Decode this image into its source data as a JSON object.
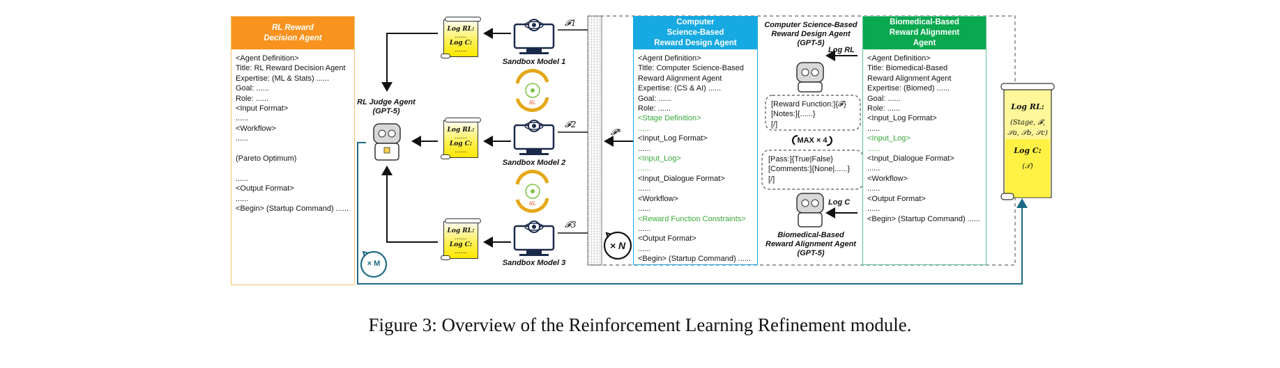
{
  "decision_agent": {
    "title_line1": "RL Reward",
    "title_line2": "Decision Agent",
    "lines": [
      "<Agent Definition>",
      "Title: RL Reward  Decision Agent",
      "Expertise: (ML & Stats) ......",
      "Goal: ......",
      "Role: ......",
      "<Input Format>",
      "......",
      "<Workflow>",
      "......",
      "",
      "(Pareto Optimum)",
      "",
      "......",
      "<Output Format>",
      "......",
      "<Begin> (Startup Command) ......"
    ],
    "color": "#f7931e"
  },
  "judge": {
    "label_line1": "RL Judge Agent",
    "label_line2": "(GPT-5)"
  },
  "loop_m": "× M",
  "loop_n": "× N",
  "sandboxes": [
    {
      "label": "Sandbox Model 1",
      "f": "𝓕1"
    },
    {
      "label": "Sandbox Model 2",
      "f": "𝓕2"
    },
    {
      "label": "Sandbox Model 3",
      "f": "𝓕3"
    }
  ],
  "rl_badge": "RL",
  "scroll_small": {
    "log_rl": "Log RL:",
    "log_c": "Log C:",
    "dots": "......"
  },
  "f_star": "𝓕*",
  "cs_agent": {
    "title_line1": "Computer",
    "title_line2": "Science-Based",
    "title_line3": "Reward Design Agent",
    "color": "#17a9e1",
    "lines": [
      {
        "t": "<Agent Definition>",
        "g": false
      },
      {
        "t": "Title: Computer Science-Based",
        "g": false
      },
      {
        "t": "Reward Alignment Agent",
        "g": false
      },
      {
        "t": "Expertise: (CS & AI) ......",
        "g": false
      },
      {
        "t": "Goal: ......",
        "g": false
      },
      {
        "t": "Role: ......",
        "g": false
      },
      {
        "t": "<Stage Definition>",
        "g": true
      },
      {
        "t": "......",
        "g": true
      },
      {
        "t": "<Input_Log Format>",
        "g": false
      },
      {
        "t": "......",
        "g": false
      },
      {
        "t": "<Input_Log>",
        "g": true
      },
      {
        "t": "......",
        "g": true
      },
      {
        "t": "<Input_Dialogue Format>",
        "g": false
      },
      {
        "t": "......",
        "g": false
      },
      {
        "t": "<Workflow>",
        "g": false
      },
      {
        "t": "......",
        "g": false
      },
      {
        "t": "<Reward Function Constraints>",
        "g": true
      },
      {
        "t": "......",
        "g": false
      },
      {
        "t": "<Output Format>",
        "g": false
      },
      {
        "t": "......",
        "g": false
      },
      {
        "t": "<Begin> (Startup Command) ......",
        "g": false
      }
    ]
  },
  "middle": {
    "top_label_line1": "Computer Science-Based",
    "top_label_line2": "Reward Design Agent",
    "top_label_line3": "(GPT-5)",
    "log_rl": "Log RL",
    "reward_box": [
      "[Reward Function:]{𝓕}",
      "[Notes:]{......}",
      "[/]"
    ],
    "max_loop": "MAX × 4",
    "pass_box": [
      "[Pass:]{True|False}",
      "[Comments:]{None|......}",
      "[/]"
    ],
    "log_c": "Log C",
    "bottom_label_line1": "Biomedical-Based",
    "bottom_label_line2": "Reward Alignment Agent",
    "bottom_label_line3": "(GPT-5)"
  },
  "bio_agent": {
    "title_line1": "Biomedical-Based",
    "title_line2": "Reward Alignment",
    "title_line3": "Agent",
    "color": "#0aa84f",
    "lines": [
      {
        "t": "<Agent Definition>",
        "g": false
      },
      {
        "t": "Title: Biomedical-Based",
        "g": false
      },
      {
        "t": "Reward Alignment Agent",
        "g": false
      },
      {
        "t": "Expertise: (Biomed) ......",
        "g": false
      },
      {
        "t": "Goal: ......",
        "g": false
      },
      {
        "t": "Role: ......",
        "g": false
      },
      {
        "t": "<Input_Log Format>",
        "g": false
      },
      {
        "t": "......",
        "g": false
      },
      {
        "t": "<Input_Log>",
        "g": true
      },
      {
        "t": "......",
        "g": true
      },
      {
        "t": "<Input_Dialogue Format>",
        "g": false
      },
      {
        "t": "......",
        "g": false
      },
      {
        "t": "<Workflow>",
        "g": false
      },
      {
        "t": "......",
        "g": false
      },
      {
        "t": "<Output Format>",
        "g": false
      },
      {
        "t": "......",
        "g": false
      },
      {
        "t": "<Begin> (Startup Command) ......",
        "g": false
      }
    ]
  },
  "big_scroll": {
    "log_rl": "Log RL:",
    "rl_content": "(Stage, 𝓕,",
    "rl_content2": "𝒮a, 𝒮b, 𝒮c)",
    "log_c": "Log C:",
    "c_content": "(𝒯)"
  },
  "caption": "Figure 3: Overview of the Reinforcement Learning Refinement module."
}
